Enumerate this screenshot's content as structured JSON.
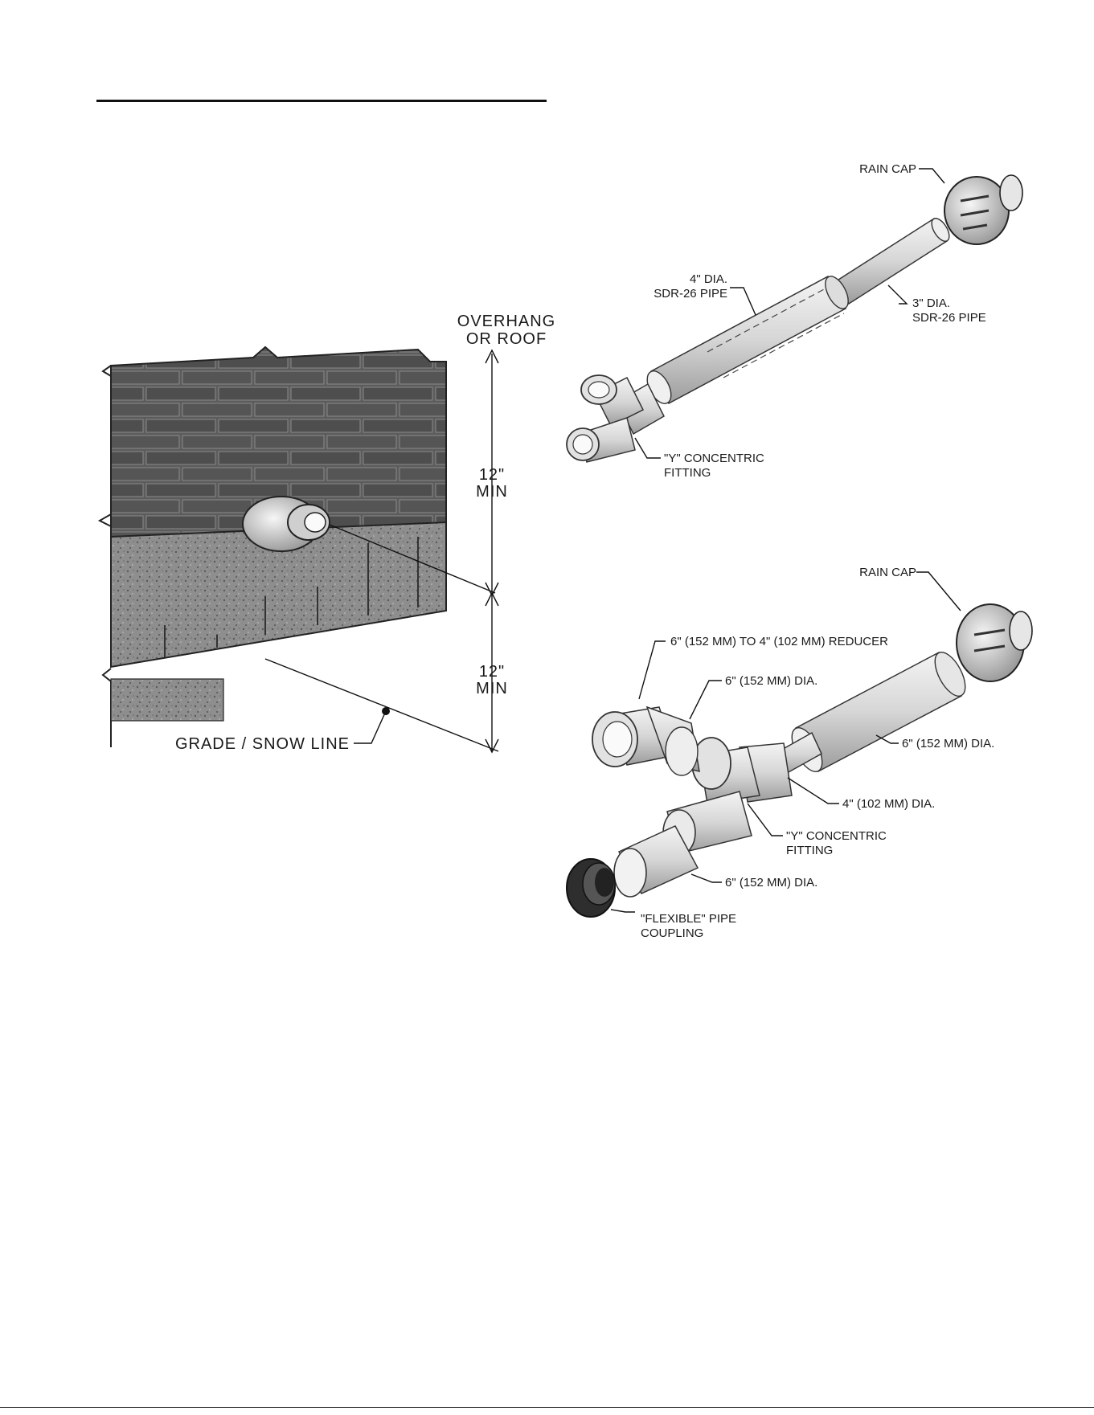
{
  "figure_left": {
    "overhang_label": [
      "OVERHANG",
      "OR ROOF"
    ],
    "upper_clearance": [
      "12\"",
      "MIN"
    ],
    "lower_clearance": [
      "12\"",
      "MIN"
    ],
    "grade_label": "GRADE / SNOW LINE"
  },
  "figure_top_right": {
    "rain_cap": "RAIN CAP",
    "outer_pipe": [
      "4\" DIA.",
      "SDR-26 PIPE"
    ],
    "inner_pipe": [
      "3\" DIA.",
      "SDR-26 PIPE"
    ],
    "fitting": [
      "\"Y\" CONCENTRIC",
      "FITTING"
    ]
  },
  "figure_bottom_right": {
    "rain_cap": "RAIN CAP",
    "reducer": "6\" (152 MM) TO 4\" (102 MM) REDUCER",
    "dia_6_upper": "6\" (152 MM) DIA.",
    "dia_6_right": "6\" (152 MM) DIA.",
    "dia_4": "4\" (102 MM) DIA.",
    "fitting": [
      "\"Y\" CONCENTRIC",
      "FITTING"
    ],
    "dia_6_lower": "6\" (152 MM) DIA.",
    "coupling": [
      "\"FLEXIBLE\" PIPE",
      "COUPLING"
    ]
  },
  "colors": {
    "brick": "#5a5a5a",
    "mortar": "#9a9a9a",
    "block": "#8c8c8c",
    "pipe": "#dcdcdc"
  }
}
